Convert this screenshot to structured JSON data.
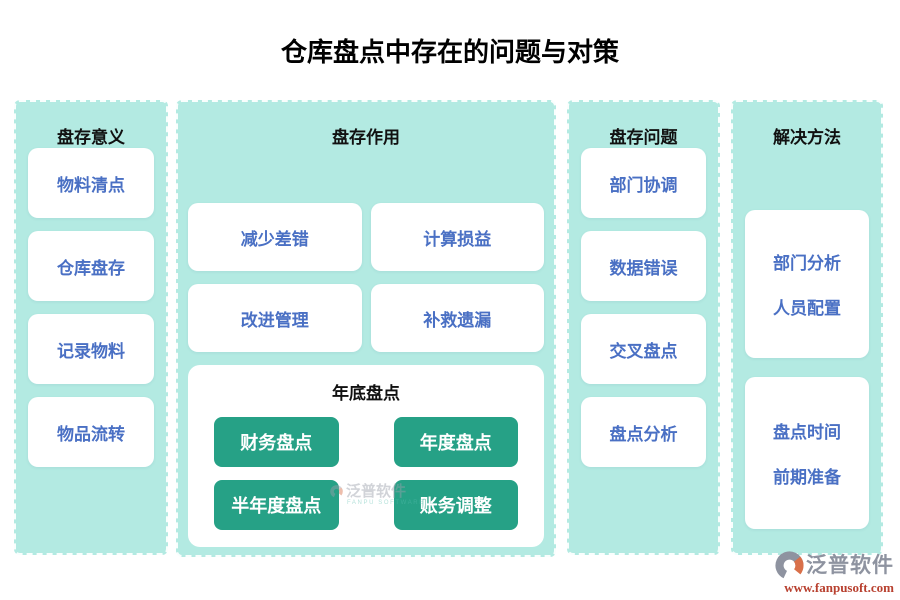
{
  "title": "仓库盘点中存在的问题与对策",
  "columns": {
    "meaning": {
      "header": "盘存意义",
      "items": [
        "物料清点",
        "仓库盘存",
        "记录物料",
        "物品流转"
      ]
    },
    "function": {
      "header": "盘存作用",
      "items": [
        "减少差错",
        "计算损益",
        "改进管理",
        "补救遗漏"
      ],
      "subpanel": {
        "header": "年底盘点",
        "buttons": [
          "财务盘点",
          "年度盘点",
          "半年度盘点",
          "账务调整"
        ]
      }
    },
    "problems": {
      "header": "盘存问题",
      "items": [
        "部门协调",
        "数据错误",
        "交叉盘点",
        "盘点分析"
      ]
    },
    "solutions": {
      "header": "解决方法",
      "group1": [
        "部门分析",
        "人员配置"
      ],
      "group2": [
        "盘点时间",
        "前期准备"
      ]
    }
  },
  "watermark": {
    "text": "泛普软件",
    "subtext": "FANPU SOFTWARE"
  },
  "brand": {
    "name": "泛普软件",
    "url": "www.fanpusoft.com"
  },
  "colors": {
    "panel_bg": "#b3eae2",
    "card_text": "#4a70c4",
    "button_bg": "#26a186",
    "button_text": "#ffffff",
    "header_text": "#111111",
    "brand_gray": "#8e93a0",
    "brand_red": "#b8402f"
  }
}
